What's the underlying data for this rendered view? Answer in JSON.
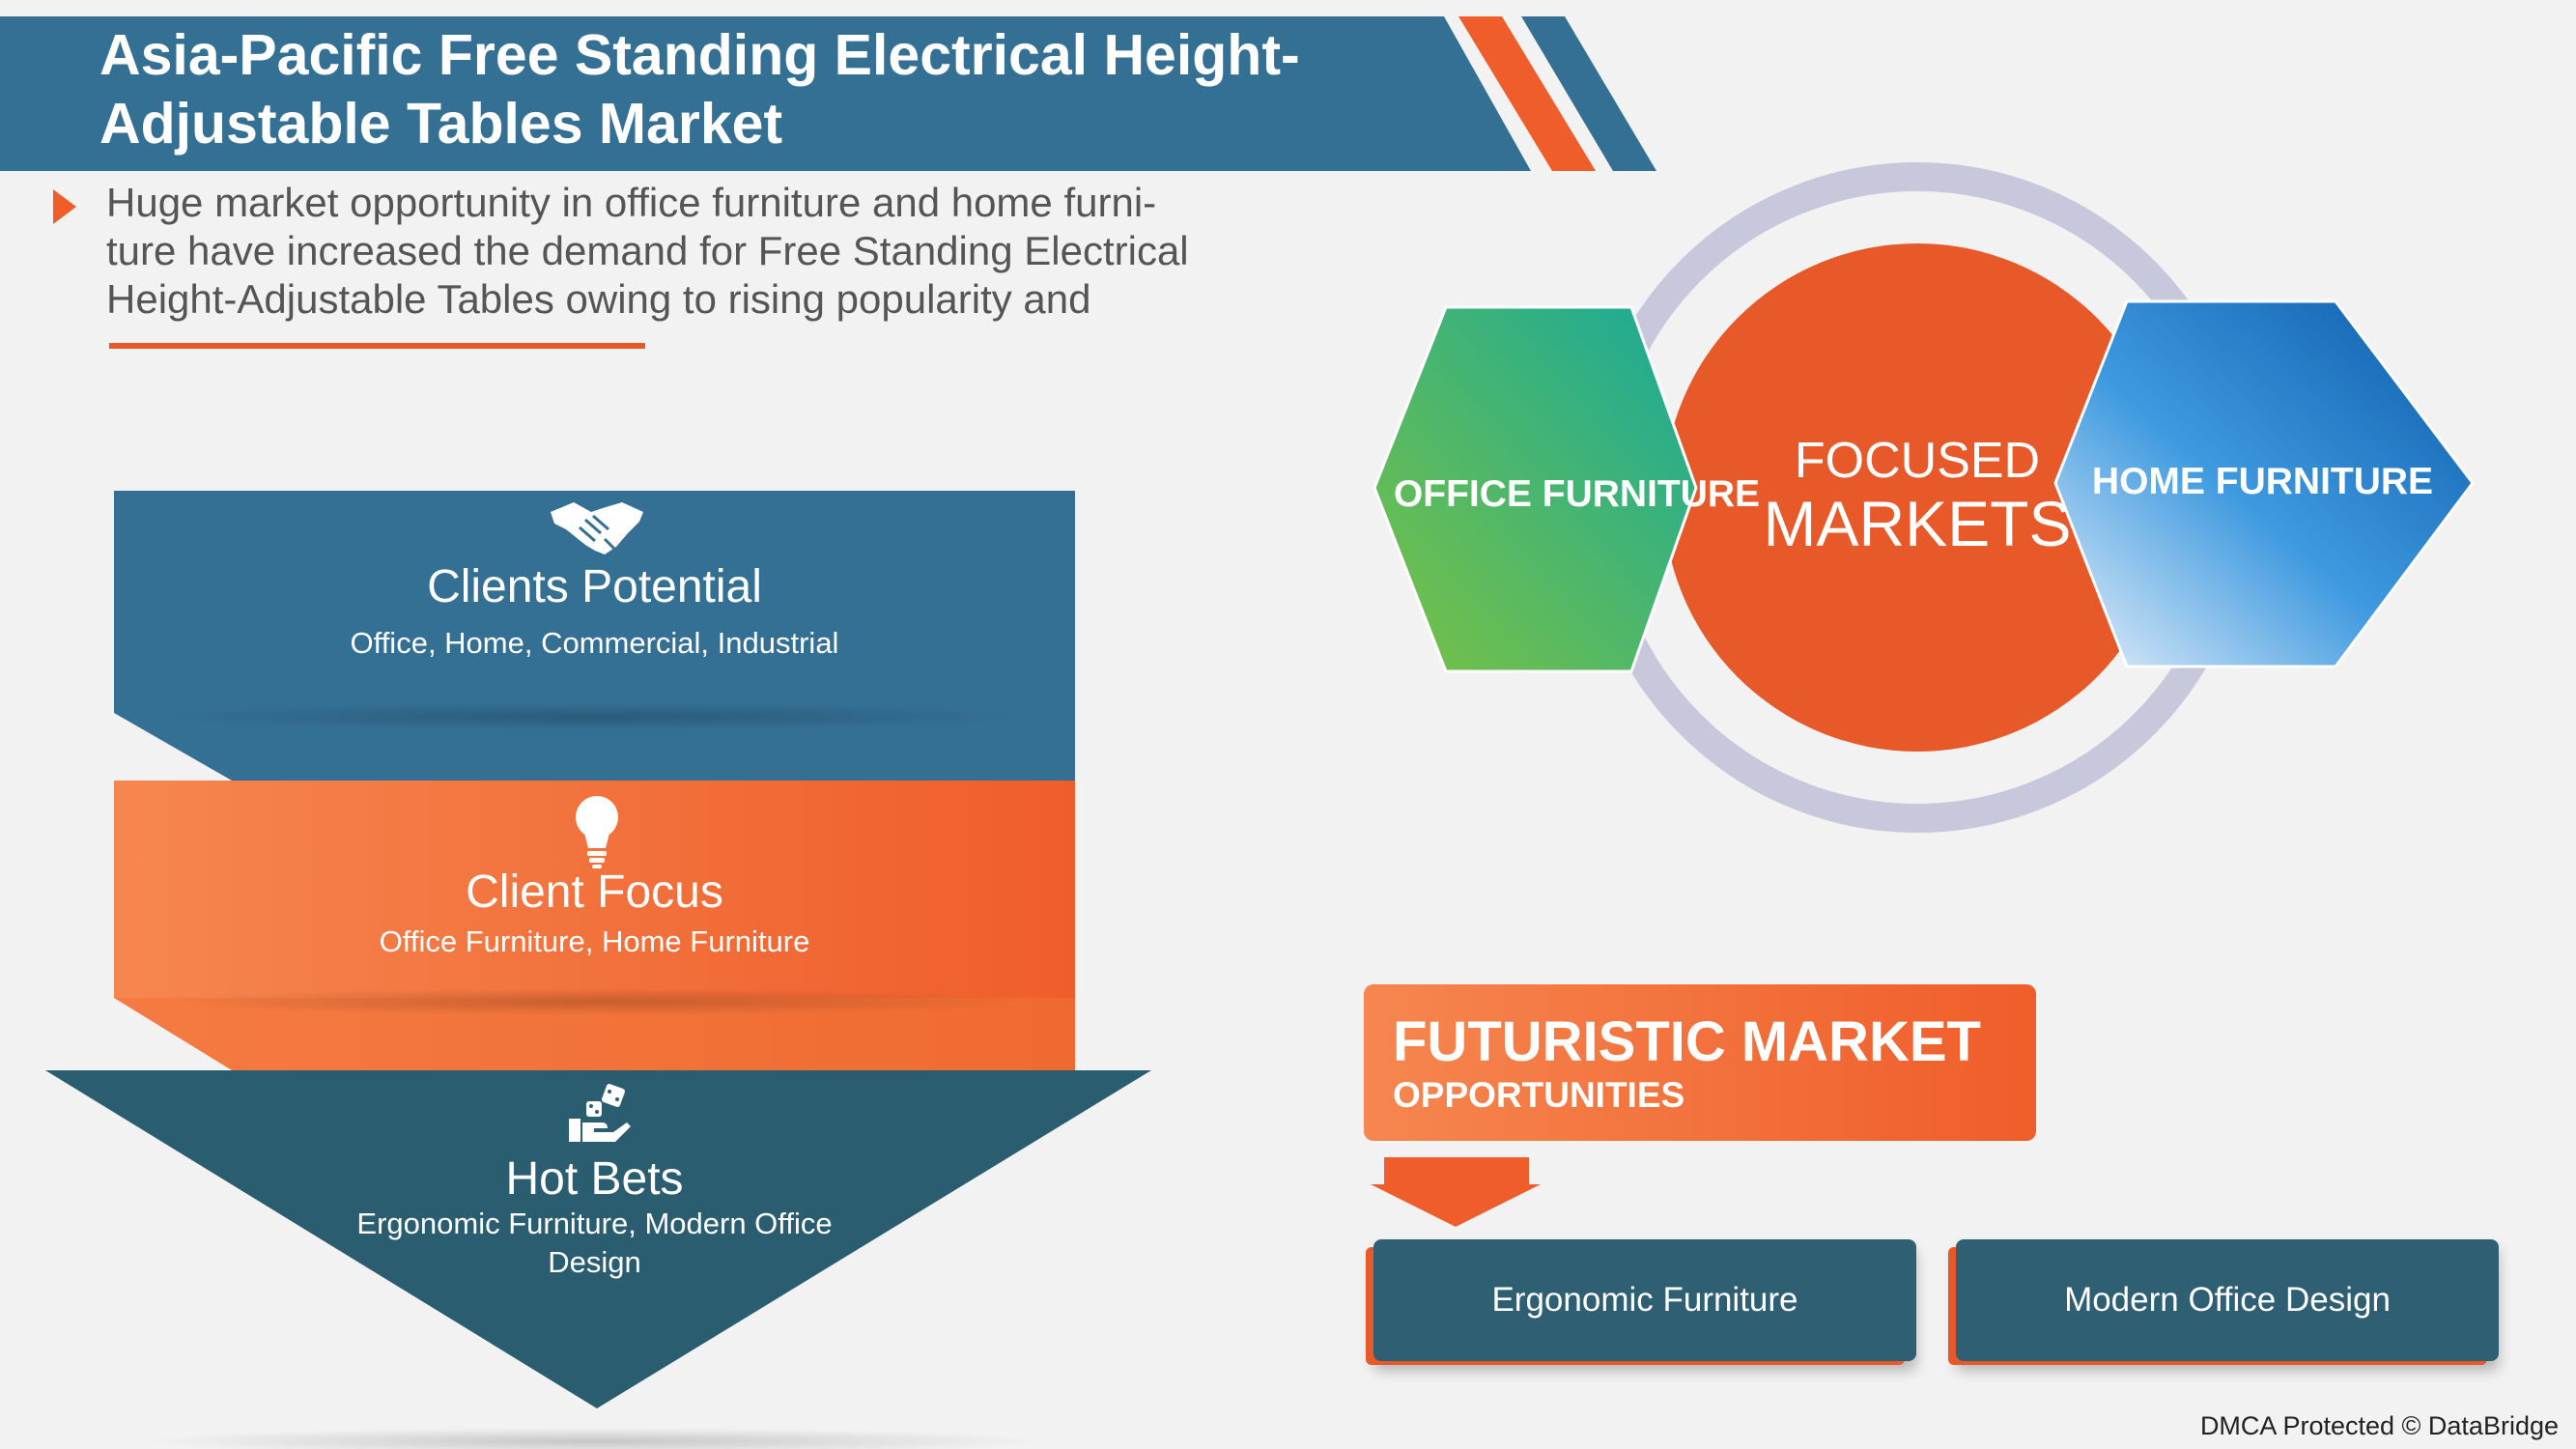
{
  "header": {
    "title_line1": "Asia-Pacific Free Standing Electrical Height-",
    "title_line2": "Adjustable Tables Market"
  },
  "intro": {
    "line1": "Huge market opportunity in office furniture and home furni-",
    "line2": "ture have increased the demand for Free Standing Electrical",
    "line3": "Height-Adjustable Tables owing to rising popularity and"
  },
  "funnel": {
    "levels": [
      {
        "title": "Clients Potential",
        "subtitle": "Office, Home, Commercial, Industrial",
        "icon": "handshake-icon"
      },
      {
        "title": "Client Focus",
        "subtitle": "Office Furniture, Home Furniture",
        "icon": "lightbulb-icon"
      },
      {
        "title": "Hot Bets",
        "subtitle_line1": "Ergonomic Furniture, Modern Office",
        "subtitle_line2": "Design",
        "icon": "hand-dice-icon"
      }
    ]
  },
  "focused_markets": {
    "center_line1": "FOCUSED",
    "center_line2": "MARKETS",
    "left_hex": "OFFICE FURNITURE",
    "right_hex": "HOME FURNITURE"
  },
  "futuristic": {
    "title": "FUTURISTIC MARKET",
    "subtitle": "OPPORTUNITIES",
    "items": [
      "Ergonomic Furniture",
      "Modern Office Design"
    ]
  },
  "footer": {
    "dmca": "DMCA Protected © DataBridge"
  },
  "colors": {
    "blue": "#346f94",
    "orange": "#ef5d2a",
    "dark_teal": "#2b5d70",
    "ring": "#c8c8dc",
    "green_start": "#7bc242",
    "green_end": "#18a99a",
    "hex_blue": "#0b63b0"
  }
}
